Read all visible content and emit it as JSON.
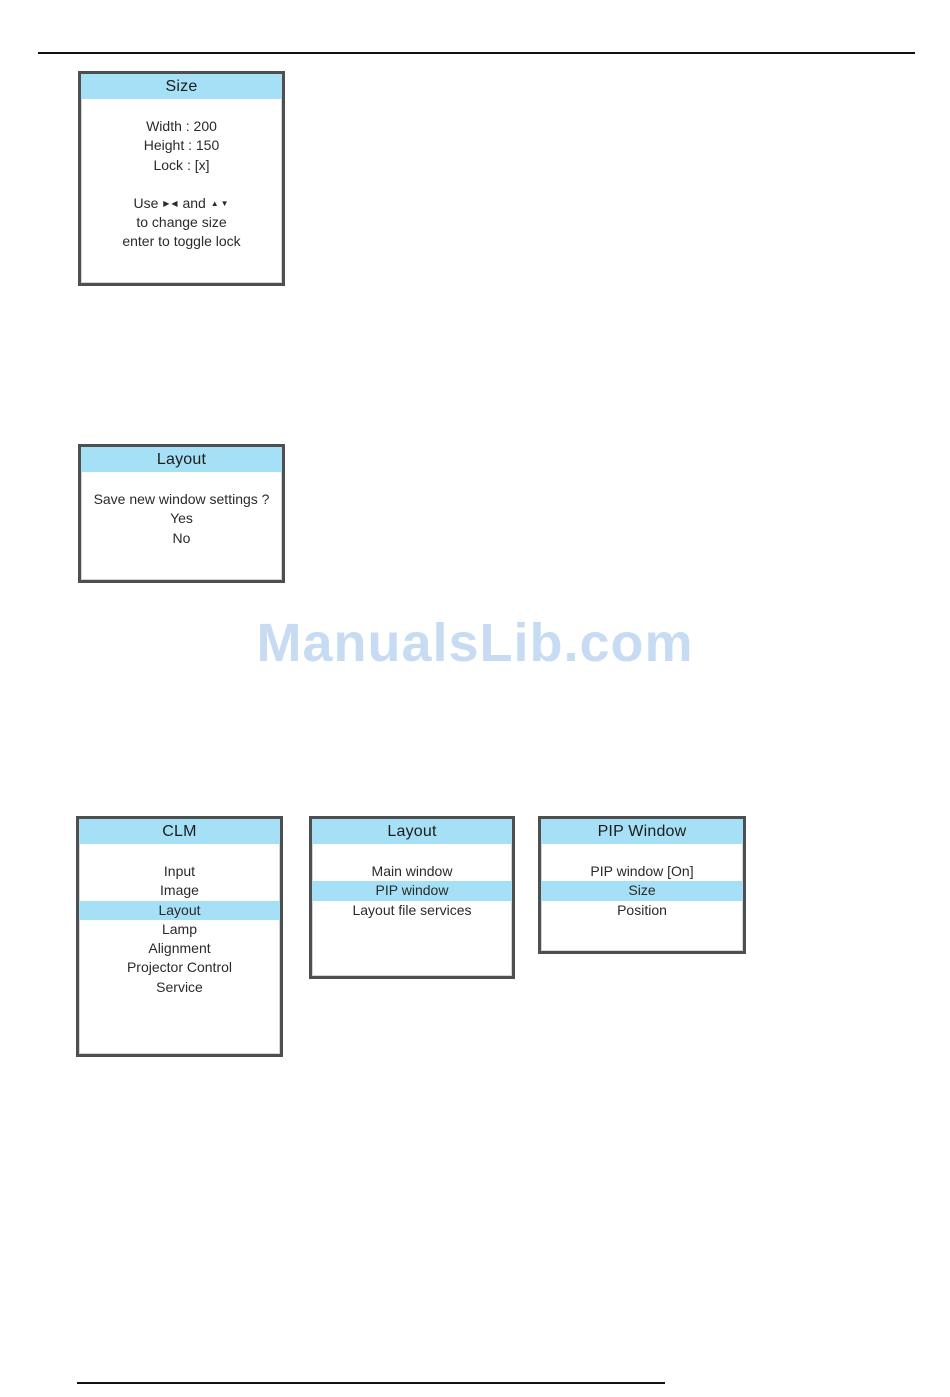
{
  "size_menu": {
    "title": "Size",
    "width_line": "Width : 200",
    "height_line": "Height : 150",
    "lock_line": "Lock : [x]",
    "help_use": "Use",
    "help_and": "and",
    "help_change": "to change size",
    "help_toggle": "enter to toggle lock",
    "icons": [
      "arrow-right-icon",
      "arrow-left-icon",
      "arrow-up-icon",
      "arrow-down-icon"
    ]
  },
  "layout_dialog": {
    "title": "Layout",
    "question": "Save new window settings ?",
    "options": [
      "Yes",
      "No"
    ]
  },
  "watermark": "ManualsLib.com",
  "clm_menu": {
    "title": "CLM",
    "items": [
      "Input",
      "Image",
      "Layout",
      "Lamp",
      "Alignment",
      "Projector Control",
      "Service"
    ],
    "selected": "Layout"
  },
  "layout_menu": {
    "title": "Layout",
    "items": [
      "Main window",
      "PIP window",
      "Layout file services"
    ],
    "selected": "PIP window"
  },
  "pip_menu": {
    "title": "PIP Window",
    "items": [
      "PIP window [On]",
      "Size",
      "Position"
    ],
    "selected": "Size"
  },
  "colors": {
    "title_bar": "#a6e0f6",
    "highlight": "#a6e0f6",
    "border": "#4f4f4f",
    "watermark": "#c7dcf3"
  }
}
